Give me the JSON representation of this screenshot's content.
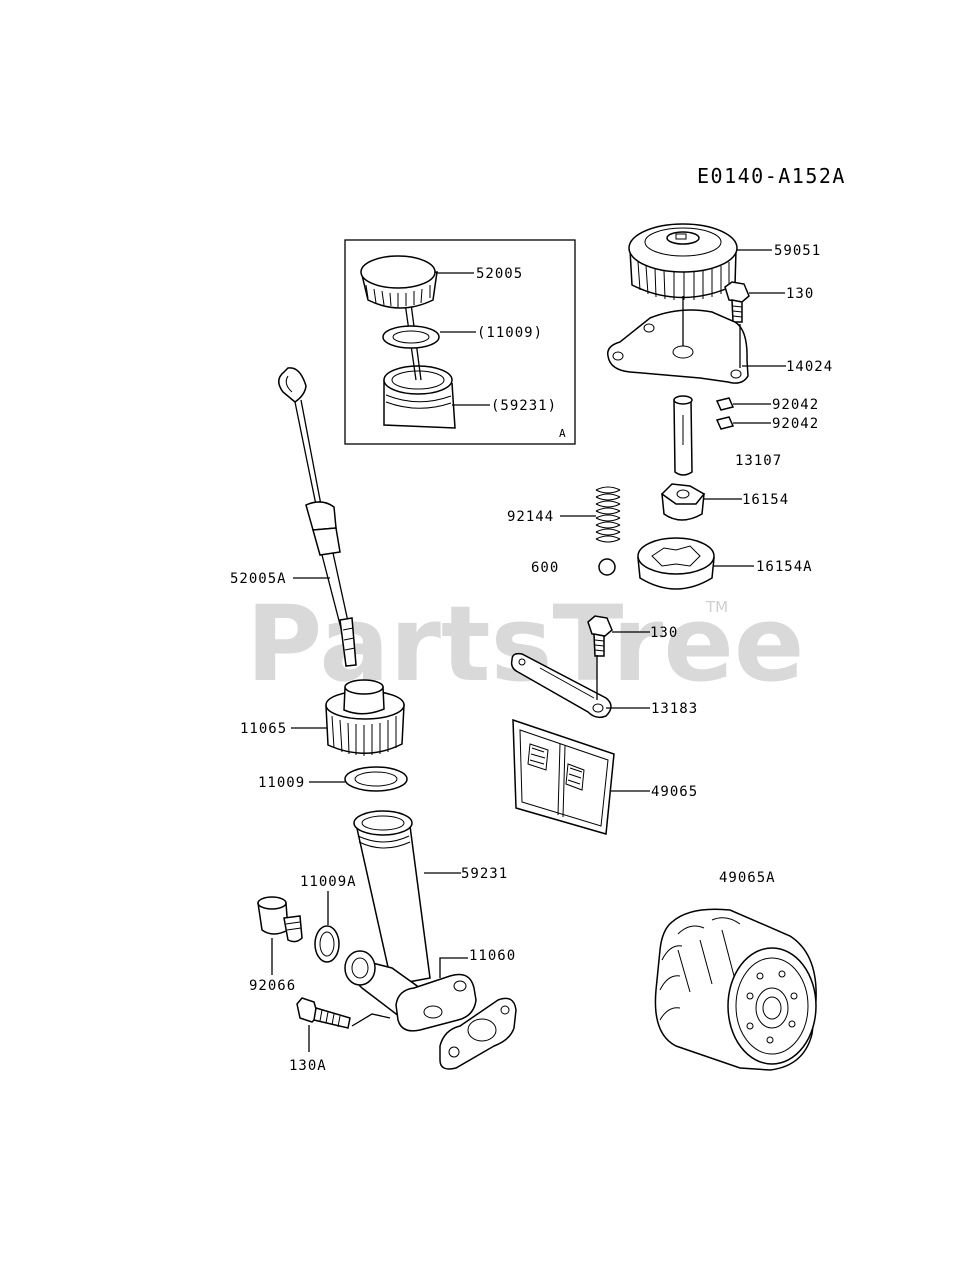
{
  "diagram_code": "E0140-A152A",
  "watermark": "PartsTree",
  "trademark": "TM",
  "inset_label": "A",
  "labels": {
    "p59051": "59051",
    "p130_top": "130",
    "p14024": "14024",
    "p92042_a": "92042",
    "p92042_b": "92042",
    "p13107": "13107",
    "p16154": "16154",
    "p92144": "92144",
    "p600": "600",
    "p16154A": "16154A",
    "p130_mid": "130",
    "p13183": "13183",
    "p49065": "49065",
    "p49065A": "49065A",
    "p52005": "52005",
    "p11009_paren": "(11009)",
    "p59231_paren": "(59231)",
    "p52005A": "52005A",
    "p11065": "11065",
    "p11009": "11009",
    "p59231": "59231",
    "p11009A": "11009A",
    "p11060": "11060",
    "p92066": "92066",
    "p130A": "130A"
  }
}
